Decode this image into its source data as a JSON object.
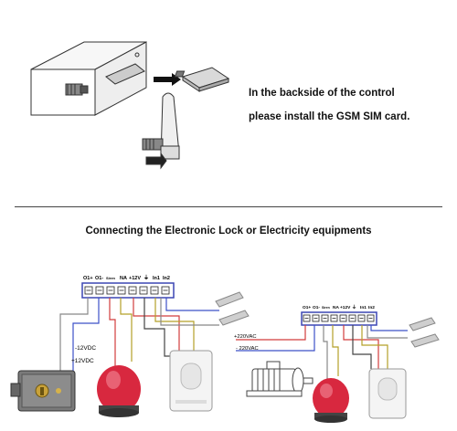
{
  "install": {
    "caption_line1": "In the backside of the control",
    "caption_line2": "please install the GSM SIM card."
  },
  "wiring": {
    "title": "Connecting the Electronic Lock or Electricity equipments",
    "terminals_left": [
      "O1+",
      "O1-",
      "Siren",
      "NA",
      "+12V",
      "⏚",
      "In1",
      "In2"
    ],
    "terminals_right": [
      "O1+",
      "O1-",
      "Siren",
      "NA",
      "+12V",
      "⏚",
      "In1",
      "In2"
    ],
    "voltage_labels": {
      "neg12": "-12VDC",
      "pos12": "+12VDC",
      "pos220": "+220VAC",
      "neg220": "- 220VAC"
    }
  },
  "colors": {
    "siren_red": "#d8283f",
    "terminal_block": "#3c46b4",
    "wire_red": "#d23c3c",
    "wire_yellow": "#b4a028",
    "wire_blue": "#3c50c8"
  }
}
